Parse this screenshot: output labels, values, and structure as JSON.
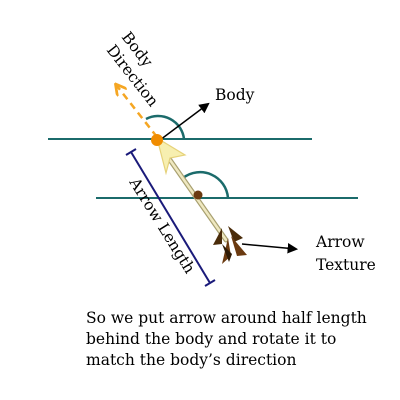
{
  "labels": {
    "body_direction_line1": "Body",
    "body_direction_line2": "Direction",
    "body": "Body",
    "arrow_length": "Arrow Length",
    "arrow_texture_line1": "Arrow",
    "arrow_texture_line2": "Texture"
  },
  "caption": {
    "line1": "So we put arrow around half length",
    "line2": "behind the body and rotate it to",
    "line3": "match the body’s direction"
  },
  "colors": {
    "ground_line": "#1b6b6b",
    "body_dot": "#f08c00",
    "direction_arrow": "#f5a623",
    "length_bar": "#1a1a7a",
    "arrow_pivot": "#6b3a10",
    "fletching": "#4a2c0a"
  }
}
